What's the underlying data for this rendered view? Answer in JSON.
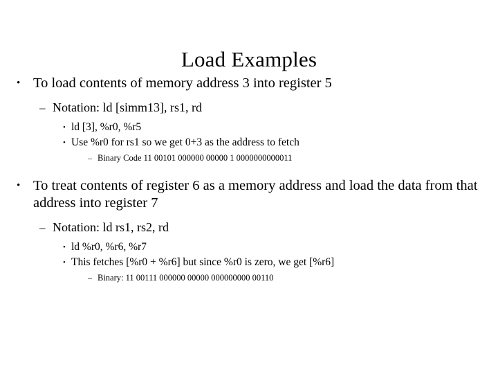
{
  "slide": {
    "title": "Load Examples",
    "background_color": "#ffffff",
    "text_color": "#000000",
    "markers": {
      "level1": "•",
      "level2": "–",
      "level3": "•",
      "level4": "–"
    },
    "bullets": [
      {
        "level": 1,
        "text": "To load contents of memory address 3 into register 5"
      },
      {
        "level": 2,
        "text": "Notation:  ld [simm13], rs1, rd"
      },
      {
        "level": 3,
        "text": "ld [3], %r0, %r5"
      },
      {
        "level": 3,
        "text": "Use %r0 for rs1 so we get 0+3 as the address to fetch"
      },
      {
        "level": 4,
        "text": "Binary Code  11 00101  000000  00000  1  0000000000011"
      },
      {
        "level": 1,
        "text": "To treat contents of register 6 as a memory address and load the data from that address into register 7"
      },
      {
        "level": 2,
        "text": "Notation:  ld rs1, rs2, rd"
      },
      {
        "level": 3,
        "text": "ld  %r0, %r6, %r7"
      },
      {
        "level": 3,
        "text": "This fetches [%r0 + %r6] but since %r0 is zero, we get [%r6]"
      },
      {
        "level": 4,
        "text": "Binary: 11 00111  000000  00000  000000000  00110"
      }
    ]
  }
}
